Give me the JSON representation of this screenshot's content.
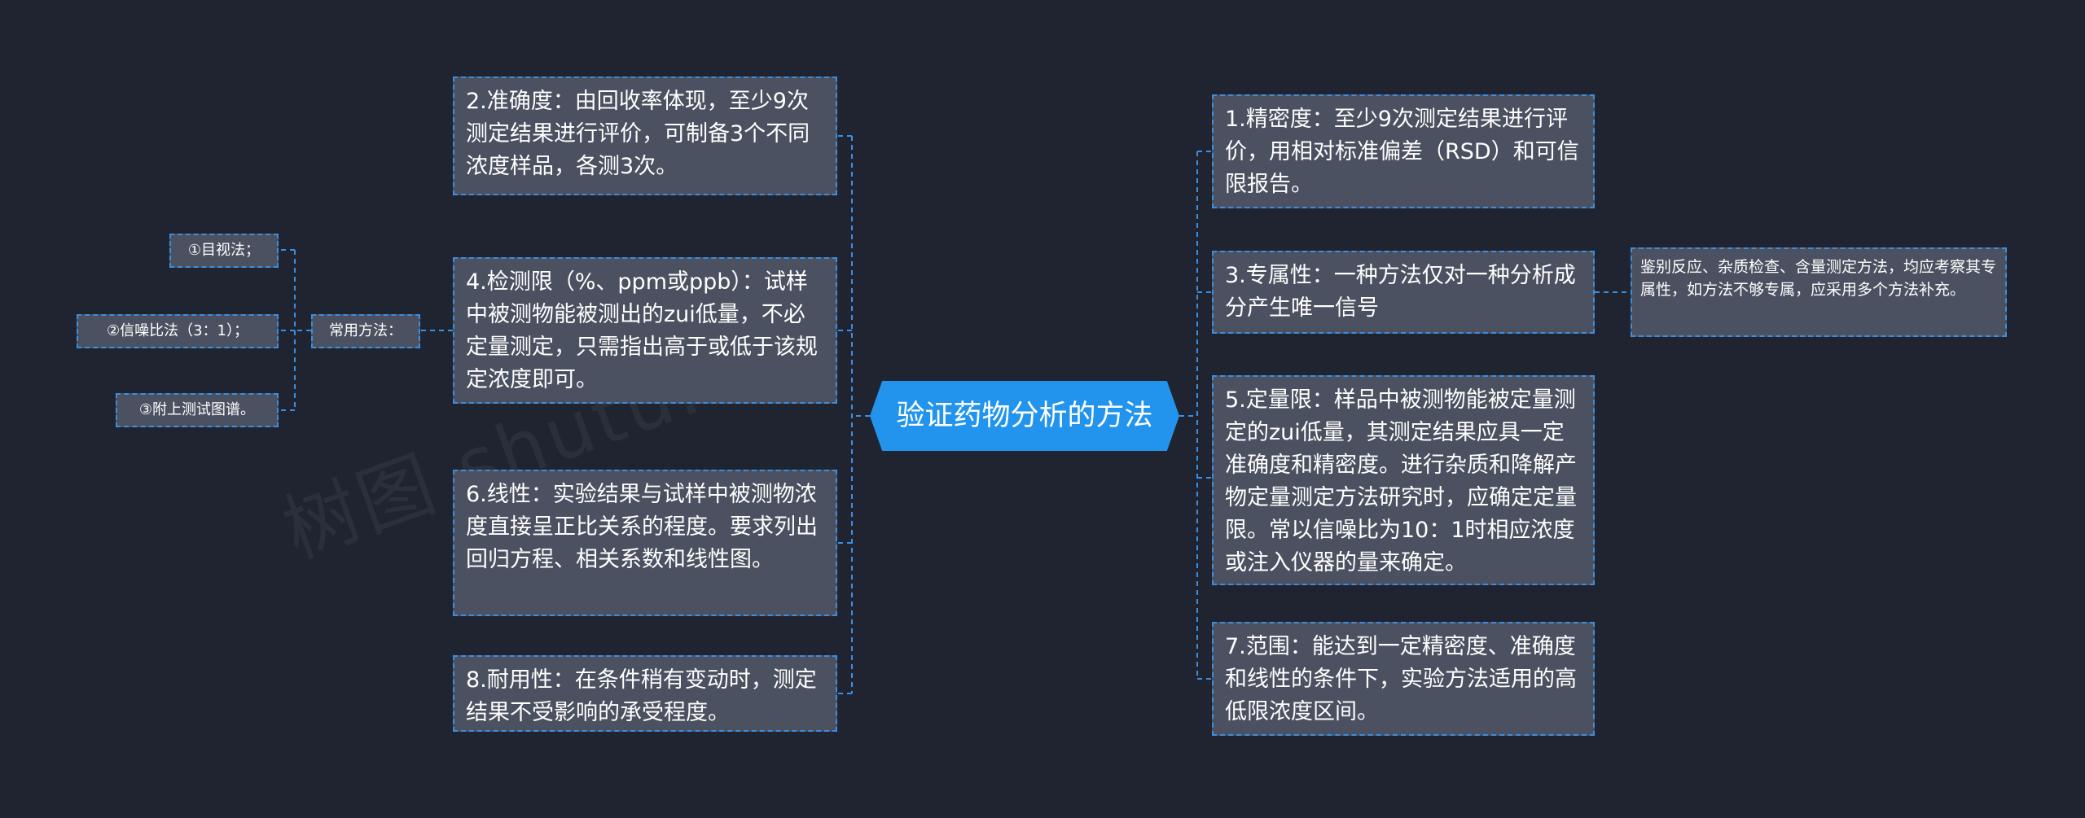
{
  "central": {
    "label": "验证药物分析的方法"
  },
  "left_nodes": [
    {
      "id": "n2",
      "text": "2.准确度：由回收率体现，至少9次测定结果进行评价，可制备3个不同浓度样品，各测3次。"
    },
    {
      "id": "n4",
      "text": "4.检测限（%、ppm或ppb）：试样中被测物能被测出的zui低量，不必定量测定，只需指出高于或低于该规定浓度即可。"
    },
    {
      "id": "n6",
      "text": "6.线性：实验结果与试样中被测物浓度直接呈正比关系的程度。要求列出回归方程、相关系数和线性图。"
    },
    {
      "id": "n8",
      "text": "8.耐用性：在条件稍有变动时，测定结果不受影响的承受程度。"
    }
  ],
  "right_nodes": [
    {
      "id": "n1",
      "text": "1.精密度：至少9次测定结果进行评价，用相对标准偏差（RSD）和可信限报告。"
    },
    {
      "id": "n3",
      "text": "3.专属性：一种方法仅对一种分析成分产生唯一信号"
    },
    {
      "id": "n5",
      "text": "5.定量限：样品中被测物能被定量测定的zui低量，其测定结果应具一定准确度和精密度。进行杂质和降解产物定量测定方法研究时，应确定定量限。常以信噪比为10：1时相应浓度或注入仪器的量来确定。"
    },
    {
      "id": "n7",
      "text": "7.范围：能达到一定精密度、准确度和线性的条件下，实验方法适用的高低限浓度区间。"
    }
  ],
  "sub_nodes": {
    "n3_child": "鉴别反应、杂质检查、含量测定方法，均应考察其专属性，如方法不够专属，应采用多个方法补充。",
    "common_methods": "常用方法：",
    "methods": [
      "①目视法；",
      "②信噪比法（3：1）；",
      "③附上测试图谱。"
    ]
  },
  "watermark": "树图 shutu.cn",
  "colors": {
    "background": "#1f2430",
    "node_fill": "#4b5160",
    "node_border": "#3c8fe0",
    "central_fill": "#2294ee",
    "connector": "#3c8fe0",
    "text": "#ffffff"
  }
}
